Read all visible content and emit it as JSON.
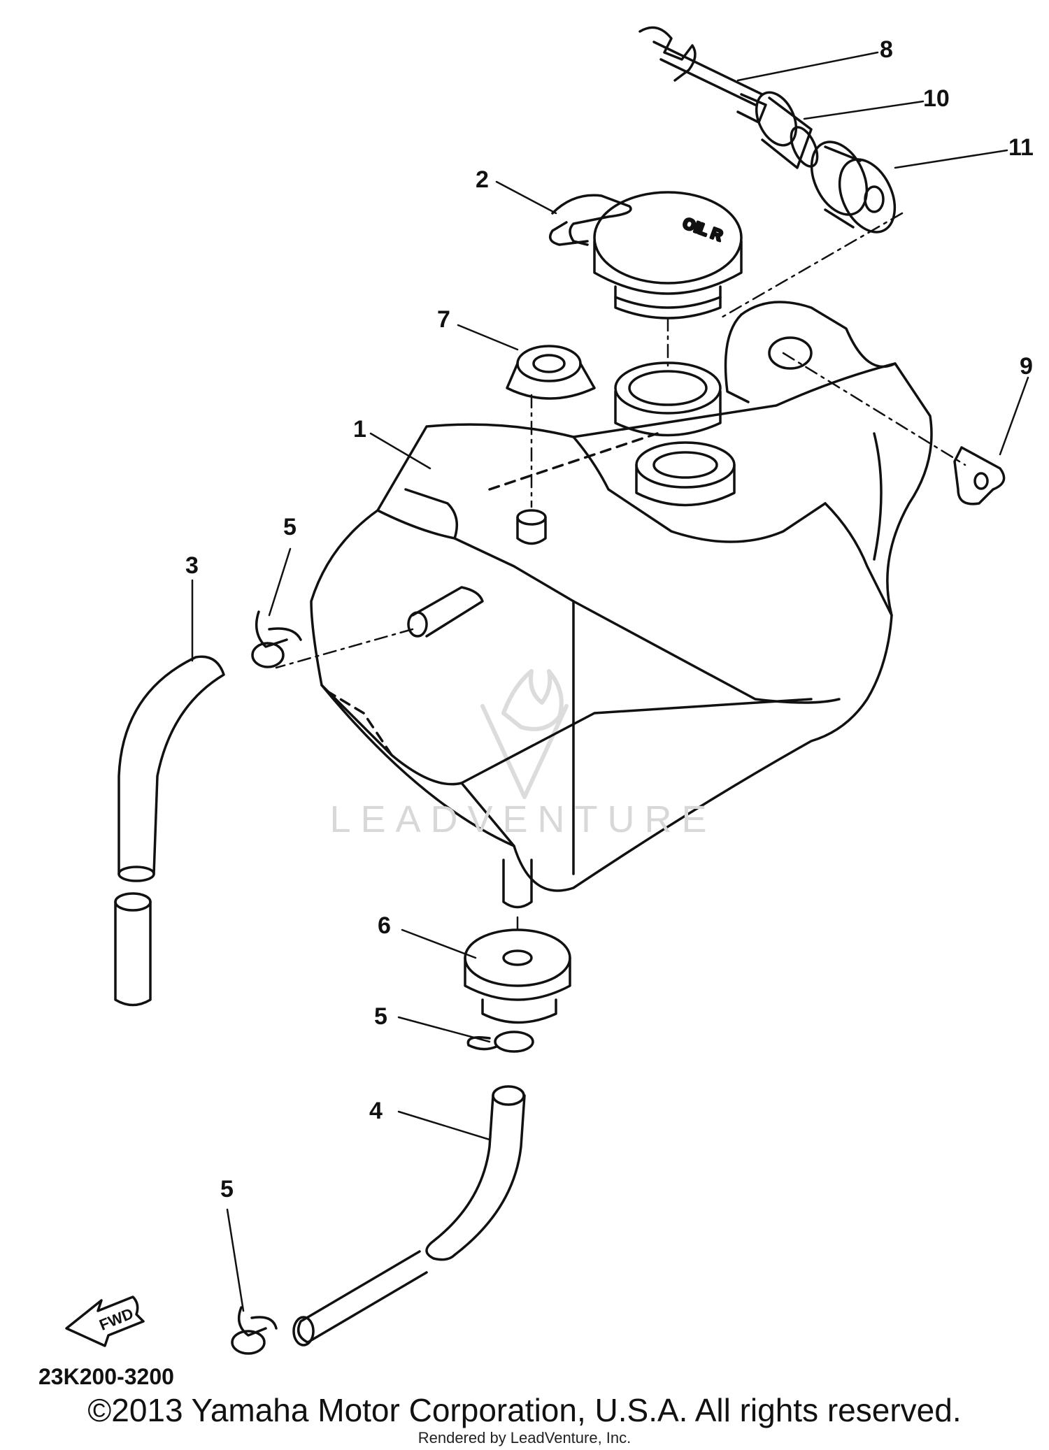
{
  "diagram": {
    "callouts": [
      "1",
      "2",
      "3",
      "4",
      "5",
      "6",
      "7",
      "8",
      "9",
      "10",
      "11"
    ],
    "part_code": "23K200-3200",
    "fwd_label": "FWD",
    "cap_text": "OIL R",
    "watermark": "LEADVENTURE"
  },
  "footer": {
    "copyright": "©2013 Yamaha Motor Corporation, U.S.A. All rights reserved.",
    "rendered_by": "Rendered by LeadVenture, Inc."
  },
  "colors": {
    "line": "#111111",
    "watermark": "#d8d8d8",
    "background": "#ffffff"
  }
}
